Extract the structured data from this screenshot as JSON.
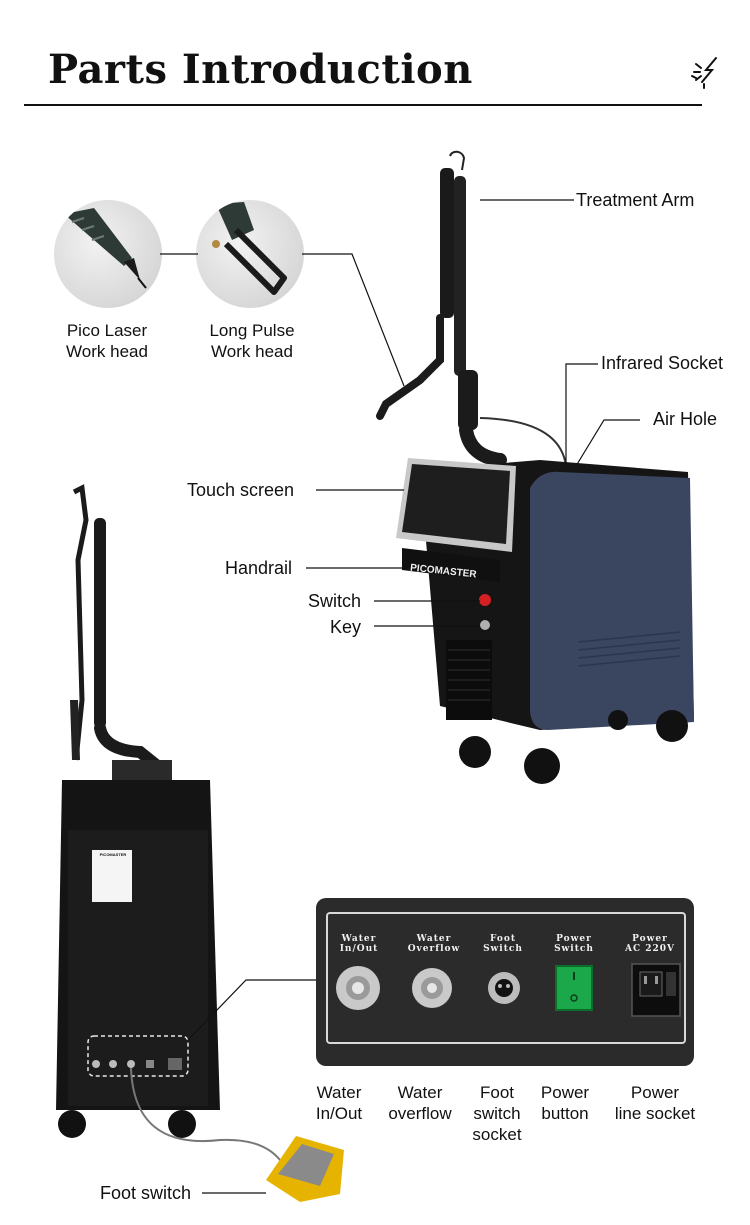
{
  "header": {
    "title": "Parts Introduction",
    "icon": "laser-spark-icon"
  },
  "heads": {
    "pico": "Pico Laser\nWork head",
    "long_pulse": "Long Pulse\nWork head"
  },
  "callouts": {
    "treatment_arm": "Treatment Arm",
    "infrared_socket": "Infrared Socket",
    "air_hole": "Air Hole",
    "touch_screen": "Touch screen",
    "handrail": "Handrail",
    "switch": "Switch",
    "key": "Key",
    "foot_switch": "Foot switch"
  },
  "machine": {
    "brand": "PICOMASTER",
    "panel_color": "#3a4560"
  },
  "panel": {
    "labels": [
      "Water\nIn/Out",
      "Water\nOverflow",
      "Foot\nSwitch",
      "Power\nSwitch",
      "Power\nAC 220V"
    ]
  },
  "panel_captions": {
    "water_in_out": "Water\nIn/Out",
    "water_overflow": "Water\noverflow",
    "foot_switch_socket": "Foot\nswitch\nsocket",
    "power_button": "Power\nbutton",
    "power_line_socket": "Power\nline socket"
  }
}
